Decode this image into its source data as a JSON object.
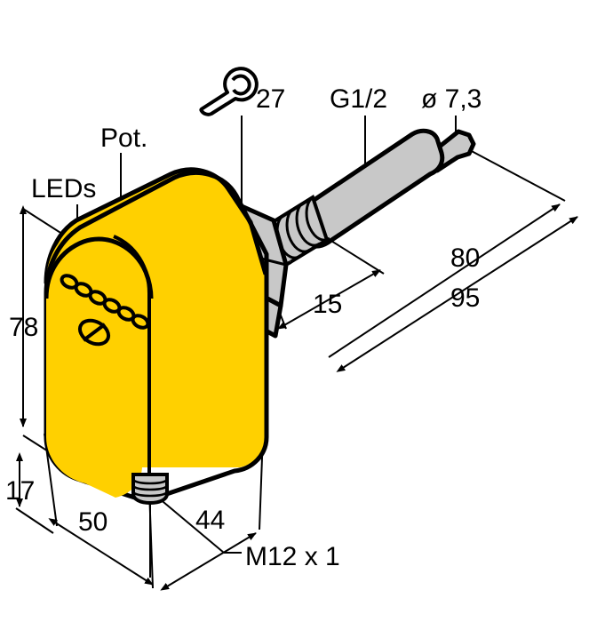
{
  "drawing": {
    "title": "Flow sensor dimensional drawing",
    "type": "technical-dimension-drawing",
    "colors": {
      "housing_yellow": "#FFD000",
      "metal_gray": "#C8C8C8",
      "outline_black": "#000000",
      "background_white": "#FFFFFF"
    },
    "callouts": {
      "leds": "LEDs",
      "pot": "Pot.",
      "wrench_size": "27",
      "thread": "G1/2",
      "tip_diameter": "ø 7,3",
      "connector": "M12 x 1"
    },
    "dimensions": {
      "height_78": "78",
      "offset_17": "17",
      "width_50": "50",
      "depth_44": "44",
      "thread_len_15": "15",
      "probe_80": "80",
      "total_95": "95"
    },
    "icons": {
      "wrench": "wrench-icon"
    }
  }
}
